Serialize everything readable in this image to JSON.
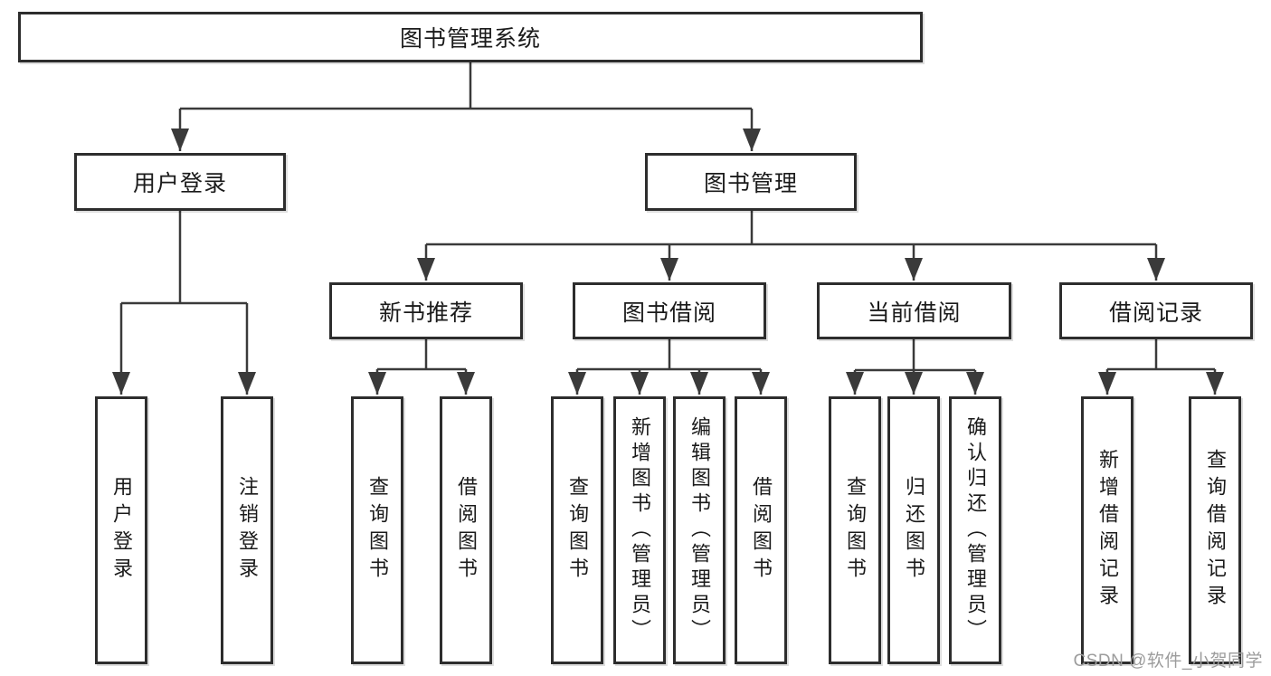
{
  "diagram_type": "function-structure-tree",
  "tree": {
    "root": {
      "label": "图书管理系统",
      "children": [
        {
          "label": "用户登录",
          "children": [
            {
              "label": "用户登录"
            },
            {
              "label": "注销登录"
            }
          ]
        },
        {
          "label": "图书管理",
          "children": [
            {
              "label": "新书推荐",
              "children": [
                {
                  "label": "查询图书"
                },
                {
                  "label": "借阅图书"
                }
              ]
            },
            {
              "label": "图书借阅",
              "children": [
                {
                  "label": "查询图书"
                },
                {
                  "label": "新增图书（管理员）"
                },
                {
                  "label": "编辑图书（管理员）"
                },
                {
                  "label": "借阅图书"
                }
              ]
            },
            {
              "label": "当前借阅",
              "children": [
                {
                  "label": "查询图书"
                },
                {
                  "label": "归还图书"
                },
                {
                  "label": "确认归还（管理员）"
                }
              ]
            },
            {
              "label": "借阅记录",
              "children": [
                {
                  "label": "新增借阅记录"
                },
                {
                  "label": "查询借阅记录"
                }
              ]
            }
          ]
        }
      ]
    }
  },
  "watermark": {
    "text": "CSDN @软件_小贺同学"
  },
  "colors": {
    "background": "#ffffff",
    "line": "#3a3a3a",
    "box_border": "#2d2d2d",
    "text": "#1a1a1a",
    "watermark": "#9c9c9c"
  }
}
